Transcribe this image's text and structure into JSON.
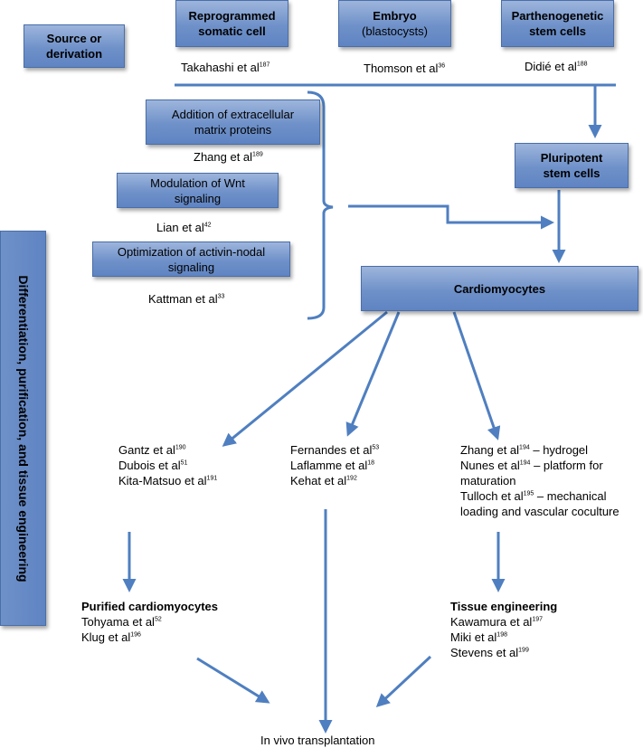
{
  "source_box": {
    "line1": "Source or",
    "line2": "derivation"
  },
  "sources": [
    {
      "title": "Reprogrammed",
      "title2": "somatic cell",
      "ref_name": "Takahashi et al",
      "ref_sup": "187"
    },
    {
      "title": "Embryo",
      "title2": "(blastocysts)",
      "ref_name": "Thomson et al",
      "ref_sup": "36"
    },
    {
      "title": "Parthenogenetic",
      "title2": "stem cells",
      "ref_name": "Didié et al",
      "ref_sup": "188"
    }
  ],
  "pluripotent": {
    "line1": "Pluripotent",
    "line2": "stem cells"
  },
  "methods": [
    {
      "line1": "Addition of extracellular",
      "line2": "matrix proteins",
      "ref_name": "Zhang et al",
      "ref_sup": "189"
    },
    {
      "line1": "Modulation of Wnt",
      "line2": "signaling",
      "ref_name": "Lian et al",
      "ref_sup": "42"
    },
    {
      "line1": "Optimization of activin-nodal",
      "line2": "signaling",
      "ref_name": "Kattman et al",
      "ref_sup": "33"
    }
  ],
  "cardiomyocytes": "Cardiomyocytes",
  "side_label": "Differentiation, purification, and tissue engineering",
  "left_refs": [
    {
      "name": "Gantz et al",
      "sup": "190"
    },
    {
      "name": "Dubois et al",
      "sup": "51"
    },
    {
      "name": "Kita-Matsuo et al",
      "sup": "191"
    }
  ],
  "mid_refs": [
    {
      "name": "Fernandes et al",
      "sup": "53"
    },
    {
      "name": "Laflamme et al",
      "sup": "18"
    },
    {
      "name": "Kehat et al",
      "sup": "192"
    }
  ],
  "right_refs": [
    {
      "name": "Zhang et al",
      "sup": "194",
      "note": " – hydrogel"
    },
    {
      "name": "Nunes et al",
      "sup": "194",
      "note": " – platform for"
    },
    {
      "name": "",
      "sup": "",
      "note": "maturation"
    },
    {
      "name": "Tulloch et al",
      "sup": "195",
      "note": " – mechanical"
    },
    {
      "name": "",
      "sup": "",
      "note": "loading and vascular coculture"
    }
  ],
  "purified": {
    "title": "Purified cardiomyocytes",
    "refs": [
      {
        "name": "Tohyama et al",
        "sup": "52"
      },
      {
        "name": "Klug et al",
        "sup": "196"
      }
    ]
  },
  "tissue": {
    "title": "Tissue engineering",
    "refs": [
      {
        "name": "Kawamura et al",
        "sup": "197"
      },
      {
        "name": "Miki et al",
        "sup": "198"
      },
      {
        "name": "Stevens et al",
        "sup": "199"
      }
    ]
  },
  "final": "In vivo transplantation",
  "colors": {
    "box_fill": "#6f91c9",
    "box_border": "#4a6ea8",
    "arrow": "#4f7fc0"
  }
}
